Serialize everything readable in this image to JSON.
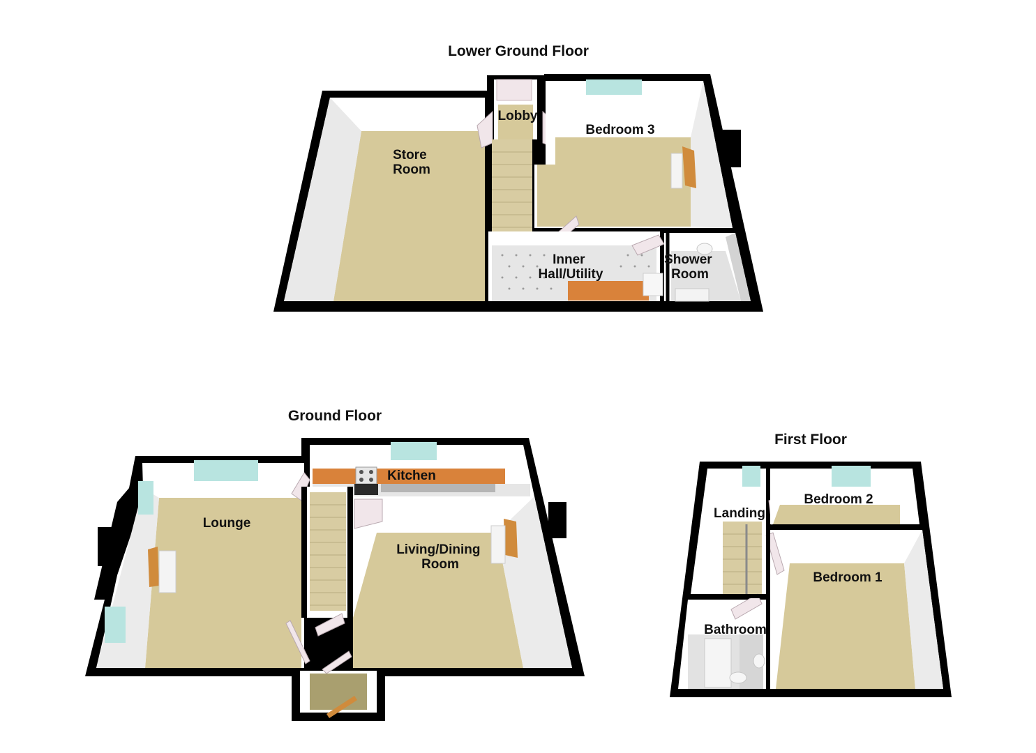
{
  "colors": {
    "wall": "#000000",
    "carpet": "#d6c99a",
    "carpet_dark": "#c4b585",
    "inner_wall": "#ffffff",
    "inner_wall_shade": "#e4e4e4",
    "stairs": "#d8cca2",
    "tiles": "#e6e6e6",
    "worktop": "#d9823a",
    "cupboard": "#c9772f",
    "window": "#b8e4e0",
    "door": "#f1e6ea",
    "hearth": "#d08b3c"
  },
  "floors": {
    "lower_ground": {
      "title": "Lower Ground Floor",
      "rooms": {
        "store_room": [
          "Store",
          "Room"
        ],
        "lobby": [
          "Lobby"
        ],
        "bedroom_3": [
          "Bedroom 3"
        ],
        "inner_hall": [
          "Inner",
          "Hall/Utility"
        ],
        "shower_room": [
          "Shower",
          "Room"
        ]
      }
    },
    "ground": {
      "title": "Ground Floor",
      "rooms": {
        "kitchen": [
          "Kitchen"
        ],
        "lounge": [
          "Lounge"
        ],
        "living_dining": [
          "Living/Dining",
          "Room"
        ]
      }
    },
    "first": {
      "title": "First Floor",
      "rooms": {
        "landing": [
          "Landing"
        ],
        "bedroom_2": [
          "Bedroom 2"
        ],
        "bedroom_1": [
          "Bedroom 1"
        ],
        "bathroom": [
          "Bathroom"
        ]
      }
    }
  }
}
